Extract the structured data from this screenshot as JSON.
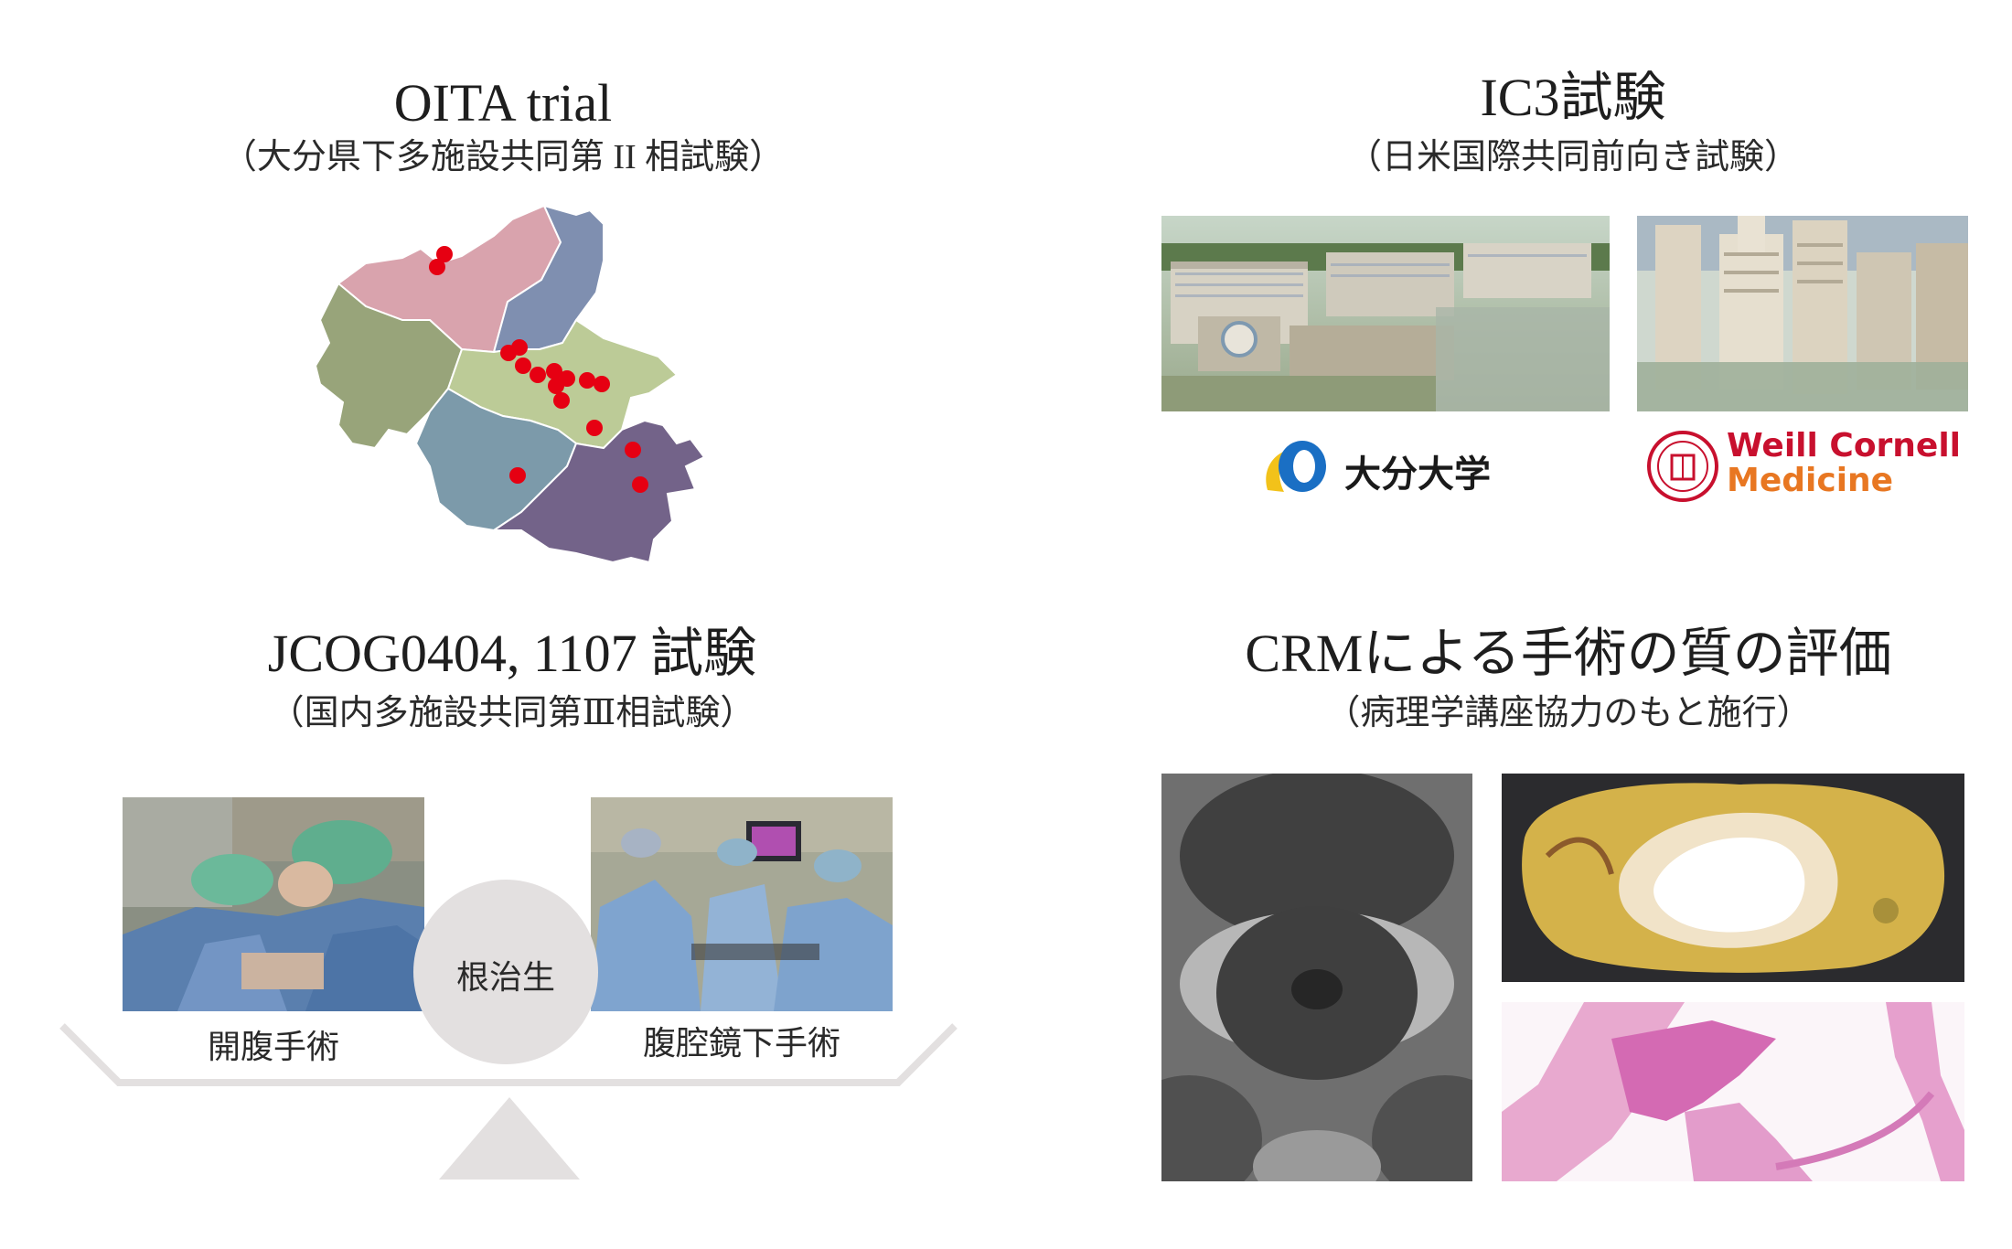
{
  "panels": {
    "oita": {
      "title": "OITA trial",
      "subtitle": "（大分県下多施設共同第 II 相試験）"
    },
    "ic3": {
      "title": "IC3試験",
      "subtitle": "（日米国際共同前向き試験）",
      "logo_left": "大分大学",
      "logo_right_line1": "Weill Cornell",
      "logo_right_line2": "Medicine"
    },
    "jcog": {
      "title": "JCOG0404, 1107 試験",
      "subtitle": "（国内多施設共同第Ⅲ相試験）",
      "left_label": "開腹手術",
      "right_label": "腹腔鏡下手術",
      "center_label": "根治生"
    },
    "crm": {
      "title": "CRMによる手術の質の評価",
      "subtitle": "（病理学講座協力のもと施行）"
    }
  },
  "colors": {
    "map_pink": "#d9a3ad",
    "map_blue": "#7f8fb0",
    "map_green": "#98a47a",
    "map_light_green": "#bccb97",
    "map_slate": "#7c9aaa",
    "map_purple": "#736389",
    "marker_red": "#e60012",
    "seesaw_gray": "#e3e0e0",
    "wcm_red": "#c8102e",
    "oita_blue": "#1a6fc4",
    "oita_yellow": "#f2c21a"
  }
}
